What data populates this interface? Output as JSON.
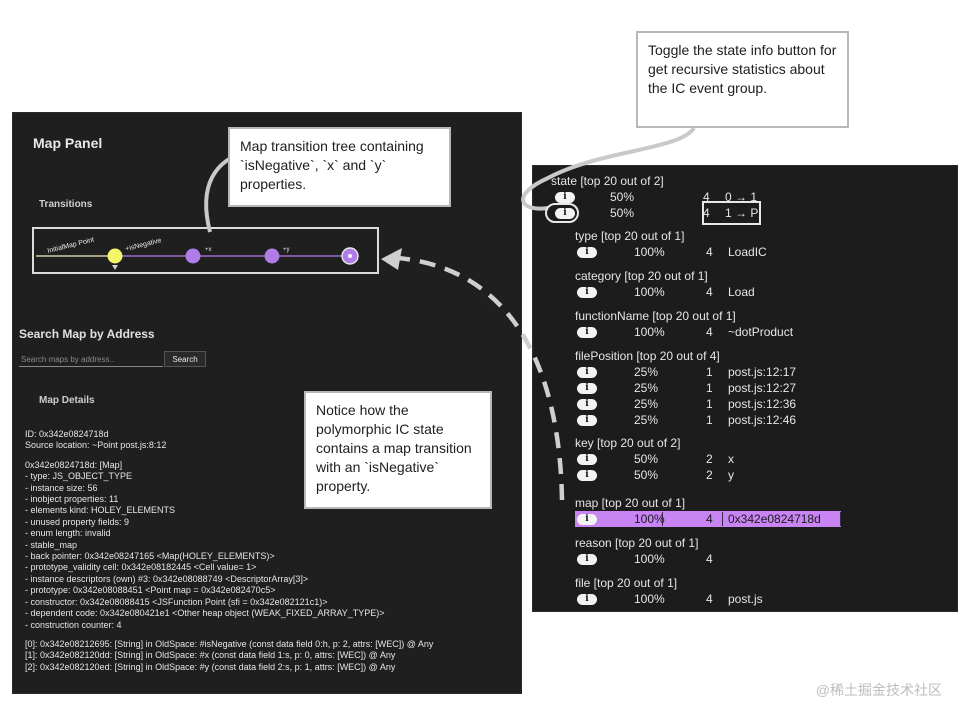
{
  "map_panel": {
    "title": "Map Panel",
    "transitions_label": "Transitions",
    "tree_nodes": [
      "InitialMap Point",
      "+isNegative",
      "+x",
      "+y"
    ],
    "search_heading": "Search Map by Address",
    "search_placeholder": "Search maps by address..",
    "search_button": "Search",
    "details_label": "Map Details",
    "details_lines": [
      "ID: 0x342e0824718d",
      "Source location: ~Point post.js:8:12",
      "",
      "0x342e0824718d: [Map]",
      "- type: JS_OBJECT_TYPE",
      "- instance size: 56",
      "- inobject properties: 11",
      "- elements kind: HOLEY_ELEMENTS",
      "- unused property fields: 9",
      "- enum length: invalid",
      "- stable_map",
      "- back pointer: 0x342e08247165 <Map(HOLEY_ELEMENTS)>",
      "- prototype_validity cell: 0x342e08182445 <Cell value= 1>",
      "- instance descriptors (own) #3: 0x342e08088749 <DescriptorArray[3]>",
      "- prototype: 0x342e08088451 <Point map = 0x342e082470c5>",
      "- constructor: 0x342e08088415 <JSFunction Point (sfi = 0x342e082121c1)>",
      "- dependent code: 0x342e080421e1 <Other heap object (WEAK_FIXED_ARRAY_TYPE)>",
      "- construction counter: 4",
      "",
      "[0]: 0x342e08212695: [String] in OldSpace: #isNegative (const data field 0:h, p: 2, attrs: [WEC]) @ Any",
      "[1]: 0x342e082120dd: [String] in OldSpace: #x (const data field 1:s, p: 0, attrs: [WEC]) @ Any",
      "[2]: 0x342e082120ed: [String] in OldSpace: #y (const data field 2:s, p: 1, attrs: [WEC]) @ Any"
    ]
  },
  "ic_panel": {
    "info_icon": "i",
    "groups": [
      {
        "name": "state",
        "head": "state [top 20 out of 2]",
        "rows": [
          {
            "pct": "50%",
            "count": "4",
            "value": "0 → 1"
          },
          {
            "pct": "50%",
            "count": "4",
            "value": "1 → P"
          }
        ]
      },
      {
        "name": "type",
        "head": "type [top 20 out of 1]",
        "rows": [
          {
            "pct": "100%",
            "count": "4",
            "value": "LoadIC"
          }
        ]
      },
      {
        "name": "category",
        "head": "category [top 20 out of 1]",
        "rows": [
          {
            "pct": "100%",
            "count": "4",
            "value": "Load"
          }
        ]
      },
      {
        "name": "functionName",
        "head": "functionName [top 20 out of 1]",
        "rows": [
          {
            "pct": "100%",
            "count": "4",
            "value": "~dotProduct"
          }
        ]
      },
      {
        "name": "filePosition",
        "head": "filePosition [top 20 out of 4]",
        "rows": [
          {
            "pct": "25%",
            "count": "1",
            "value": "post.js:12:17"
          },
          {
            "pct": "25%",
            "count": "1",
            "value": "post.js:12:27"
          },
          {
            "pct": "25%",
            "count": "1",
            "value": "post.js:12:36"
          },
          {
            "pct": "25%",
            "count": "1",
            "value": "post.js:12:46"
          }
        ]
      },
      {
        "name": "key",
        "head": "key [top 20 out of 2]",
        "rows": [
          {
            "pct": "50%",
            "count": "2",
            "value": "x"
          },
          {
            "pct": "50%",
            "count": "2",
            "value": "y"
          }
        ]
      },
      {
        "name": "map",
        "head": "map [top 20 out of 1]",
        "rows": [
          {
            "pct": "100%",
            "count": "4",
            "value": "0x342e0824718d"
          }
        ]
      },
      {
        "name": "reason",
        "head": "reason [top 20 out of 1]",
        "rows": [
          {
            "pct": "100%",
            "count": "4",
            "value": ""
          }
        ]
      },
      {
        "name": "file",
        "head": "file [top 20 out of 1]",
        "rows": [
          {
            "pct": "100%",
            "count": "4",
            "value": "post.js"
          }
        ]
      }
    ]
  },
  "callouts": {
    "toggle": "Toggle the state info button for get  recursive statistics about the IC event group.",
    "tree": "Map transition tree containing `isNegative`, `x` and `y` properties.",
    "notice": "Notice how the polymorphic IC state contains a map transition with an `isNegative` property."
  },
  "watermark": "@稀土掘金技术社区",
  "colors": {
    "panel_bg": "#1f1f1f",
    "highlight": "#c784f2",
    "node_yellow": "#f5f56a",
    "node_purple": "#b07ce8"
  }
}
